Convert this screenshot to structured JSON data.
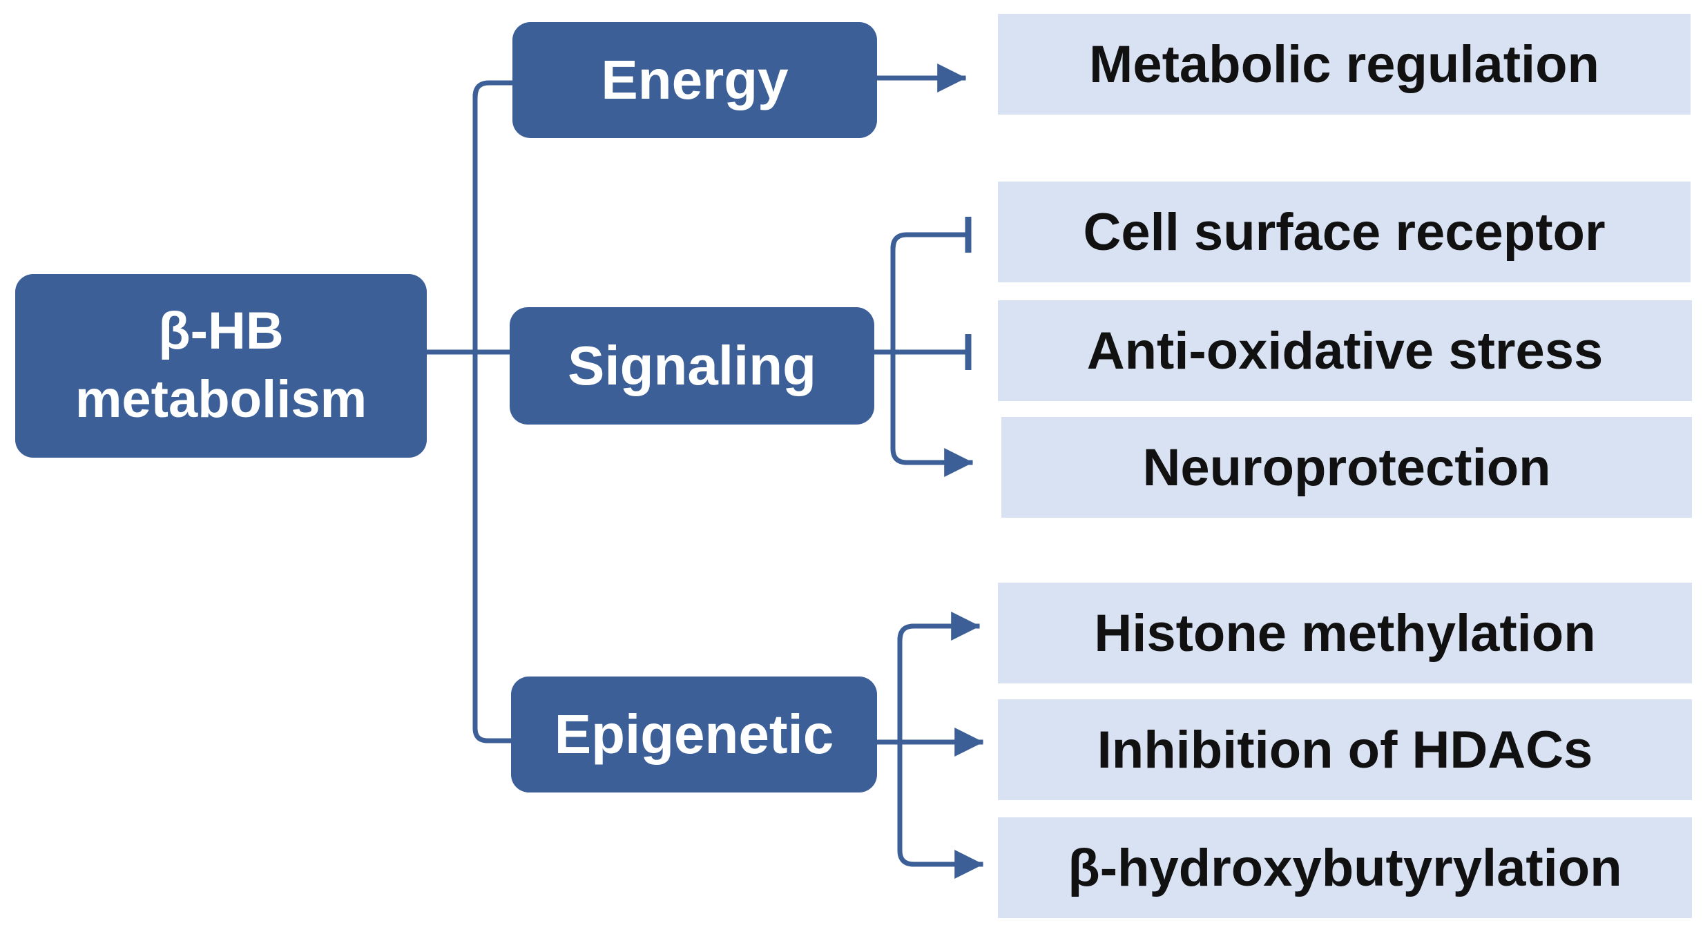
{
  "root": {
    "line1": "β-HB",
    "line2": "metabolism"
  },
  "categories": {
    "energy": "Energy",
    "signaling": "Signaling",
    "epigenetic": "Epigenetic"
  },
  "outcomes": {
    "metabolic_regulation": "Metabolic regulation",
    "cell_surface_receptor": "Cell surface receptor",
    "anti_oxidative_stress": "Anti-oxidative stress",
    "neuroprotection": "Neuroprotection",
    "histone_methylation": "Histone methylation",
    "inhibition_of_hdacs": "Inhibition of HDACs",
    "beta_hydroxybutyrylation": "β-hydroxybutyrylation"
  },
  "connections": [
    {
      "from": "root",
      "to": "energy",
      "type": "branch"
    },
    {
      "from": "root",
      "to": "signaling",
      "type": "branch"
    },
    {
      "from": "root",
      "to": "epigenetic",
      "type": "branch"
    },
    {
      "from": "energy",
      "to": "metabolic_regulation",
      "type": "arrow"
    },
    {
      "from": "signaling",
      "to": "cell_surface_receptor",
      "type": "inhibition"
    },
    {
      "from": "signaling",
      "to": "anti_oxidative_stress",
      "type": "inhibition"
    },
    {
      "from": "signaling",
      "to": "neuroprotection",
      "type": "arrow"
    },
    {
      "from": "epigenetic",
      "to": "histone_methylation",
      "type": "arrow"
    },
    {
      "from": "epigenetic",
      "to": "inhibition_of_hdacs",
      "type": "arrow"
    },
    {
      "from": "epigenetic",
      "to": "beta_hydroxybutyrylation",
      "type": "arrow"
    }
  ],
  "colors": {
    "node_fill": "#3d5f98",
    "connector": "#3d5f98",
    "outcome_fill": "#d9e2f3"
  }
}
